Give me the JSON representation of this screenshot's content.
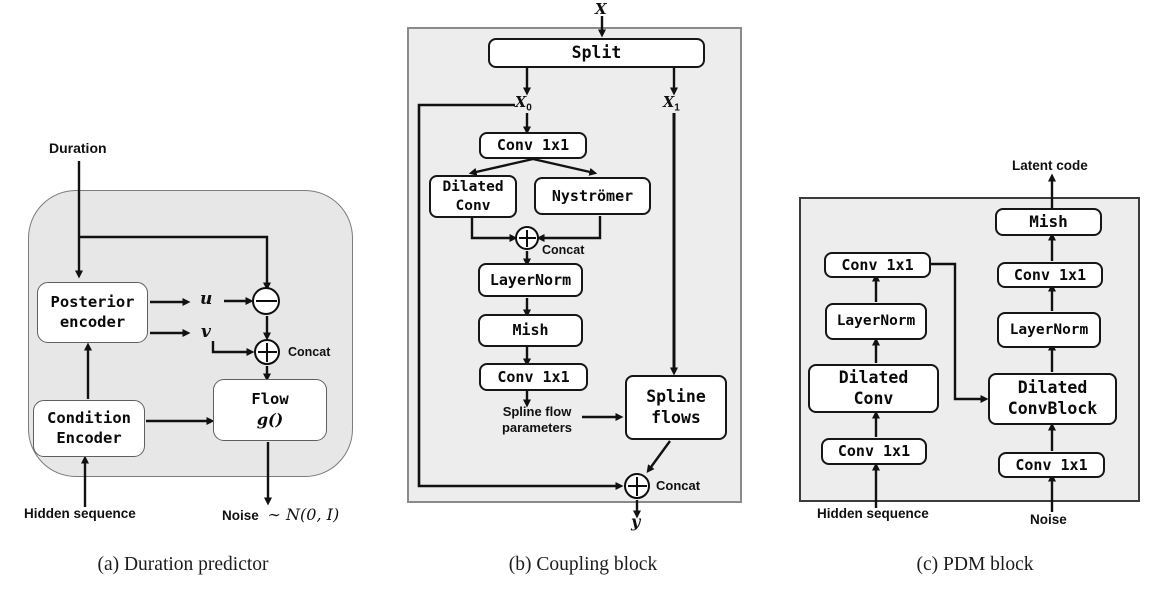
{
  "colors": {
    "background": "#ffffff",
    "panel_a_fill": "#e7e7e7",
    "panel_a_border": "#7c7c7c",
    "panel_b_fill": "#ededed",
    "panel_b_border": "#8a8a8a",
    "panel_c_fill": "#ededed",
    "panel_c_border": "#3c3c3c",
    "node_fill": "#ffffff",
    "node_border": "#161616",
    "line": "#111111"
  },
  "icons": {
    "minus_circle": "circled-minus operator",
    "plus_circle": "circled-plus concat operator",
    "arrow": "black flow arrow"
  },
  "panel_a": {
    "caption": "(a) Duration predictor",
    "input_top": "Duration",
    "input_bottom": "Hidden sequence",
    "noise_label": "Noise",
    "noise_math": "∼ N(0, I)",
    "var_u": "u",
    "var_v": "v",
    "concat": "Concat",
    "nodes": {
      "posterior_line1": "Posterior",
      "posterior_line2": "encoder",
      "condition_line1": "Condition",
      "condition_line2": "Encoder",
      "flow_line1": "Flow",
      "flow_line2": "g()"
    }
  },
  "panel_b": {
    "caption": "(b) Coupling block",
    "input": "X",
    "x0_base": "X",
    "x0_sub": "0",
    "x1_base": "X",
    "x1_sub": "1",
    "output": "y",
    "concat_mid": "Concat",
    "concat_bottom": "Concat",
    "params_line1": "Spline flow",
    "params_line2": "parameters",
    "nodes": {
      "split": "Split",
      "conv_top": "Conv 1x1",
      "dilated_line1": "Dilated",
      "dilated_line2": "Conv",
      "nystromer": "Nyströmer",
      "layernorm": "LayerNorm",
      "mish": "Mish",
      "conv_bottom": "Conv 1x1",
      "spline_line1": "Spline",
      "spline_line2": "flows"
    }
  },
  "panel_c": {
    "caption": "(c) PDM block",
    "output": "Latent code",
    "input_left": "Hidden sequence",
    "input_right": "Noise",
    "nodes": {
      "conv_left_top": "Conv 1x1",
      "layernorm_left": "LayerNorm",
      "dilated_line1": "Dilated",
      "dilated_line2": "Conv",
      "conv_left_bottom": "Conv 1x1",
      "mish": "Mish",
      "conv_right_top": "Conv 1x1",
      "layernorm_right": "LayerNorm",
      "dcb_line1": "Dilated",
      "dcb_line2": "ConvBlock",
      "conv_right_bottom": "Conv 1x1"
    }
  }
}
